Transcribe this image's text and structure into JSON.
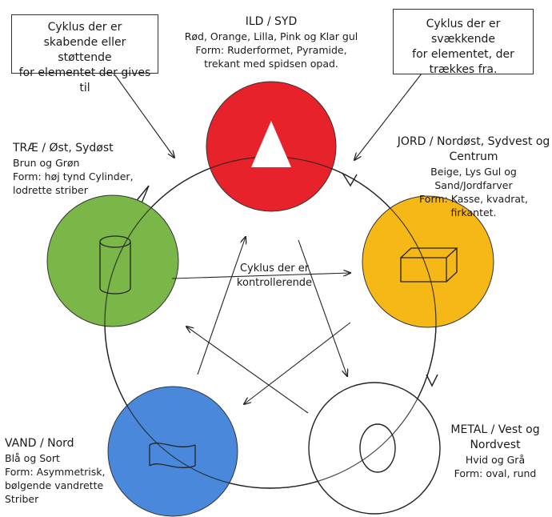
{
  "boxes": {
    "left": [
      "Cyklus der er",
      "skabende eller støttende",
      "for elementet der gives til"
    ],
    "right": [
      "Cyklus der er svækkende",
      "for elementet, der",
      "trækkes fra."
    ]
  },
  "center_label": [
    "Cyklus der er",
    "kontrollerende"
  ],
  "elements": {
    "fire": {
      "title": "ILD / SYD",
      "lines": [
        "Rød, Orange, Lilla, Pink og Klar gul",
        "Form: Ruderformet, Pyramide,",
        "trekant med spidsen opad."
      ],
      "color": "#e8222b",
      "icon": "triangle-icon"
    },
    "earth": {
      "title": [
        "JORD / Nordøst, Sydvest og",
        "Centrum"
      ],
      "lines": [
        "Beige, Lys Gul og Sand/Jordfarver",
        "Form: Kasse, kvadrat, firkantet."
      ],
      "color": "#f6b817",
      "icon": "box-icon"
    },
    "metal": {
      "title": [
        "METAL / Vest og",
        "Nordvest"
      ],
      "lines": [
        "Hvid og Grå",
        "Form: oval, rund"
      ],
      "color": "#ffffff",
      "icon": "oval-icon"
    },
    "water": {
      "title": "VAND / Nord",
      "lines": [
        "Blå og Sort",
        "Form: Asymmetrisk,",
        "bølgende vandrette",
        "Striber"
      ],
      "color": "#4a88db",
      "icon": "wave-banner-icon"
    },
    "wood": {
      "title": "TRÆ / Øst, Sydøst",
      "lines": [
        "Brun og Grøn",
        "Form: høj tynd Cylinder,",
        "lodrette striber"
      ],
      "color": "#7ab648",
      "icon": "cylinder-icon"
    }
  }
}
